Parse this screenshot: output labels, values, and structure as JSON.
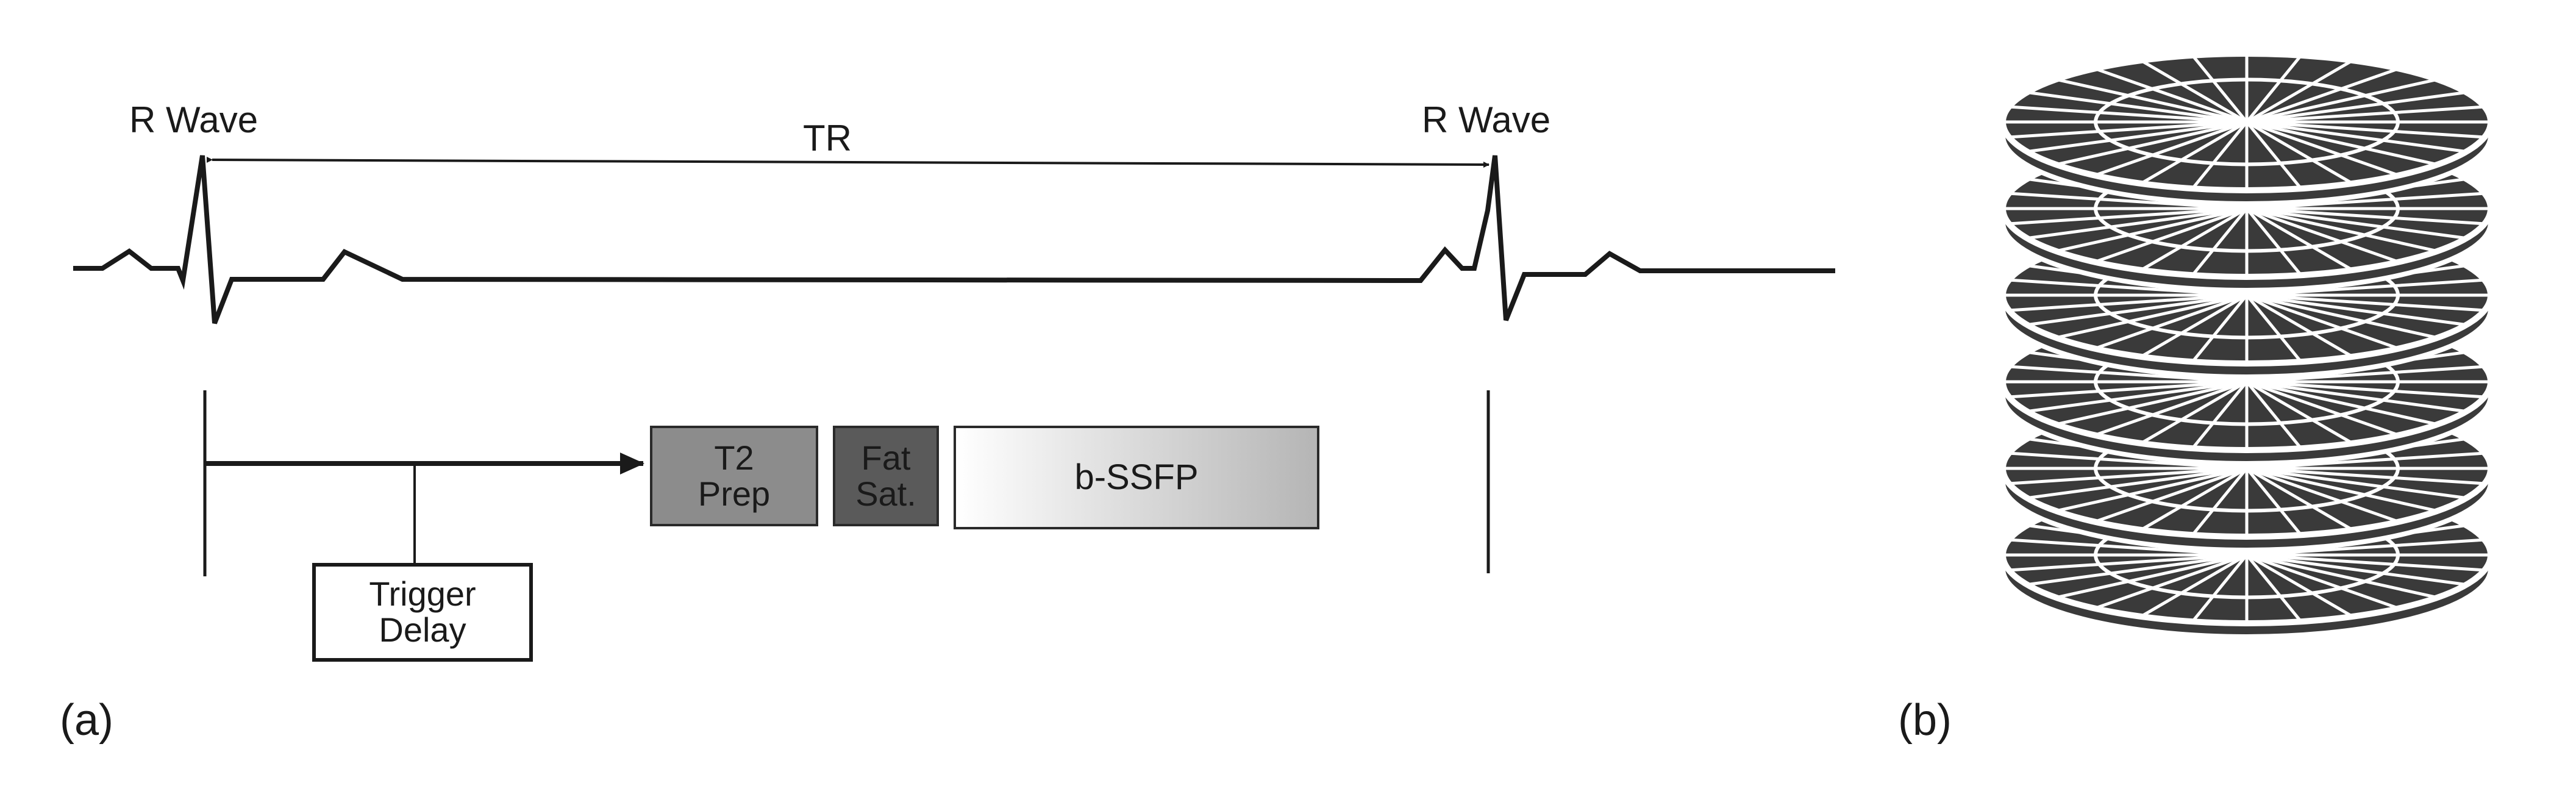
{
  "panel_a": {
    "label": "(a)",
    "r_wave_left": "R Wave",
    "r_wave_right": "R Wave",
    "tr_label": "TR",
    "trigger_delay": "Trigger\nDelay",
    "blocks": {
      "t2_prep": {
        "text": "T2\nPrep",
        "color": "#8c8c8c"
      },
      "fat_sat": {
        "text": "Fat\nSat.",
        "color": "#5a5a5a"
      },
      "b_ssfp": {
        "text": "b-SSFP",
        "gradient_from": "#ffffff",
        "gradient_to": "#b5b5b5"
      }
    }
  },
  "panel_b": {
    "label": "(b)",
    "disk_count": 6,
    "disk_color": "#3a3a3a",
    "spoke_count": 28
  },
  "colors": {
    "line": "#1a1a1a",
    "background": "#ffffff"
  }
}
